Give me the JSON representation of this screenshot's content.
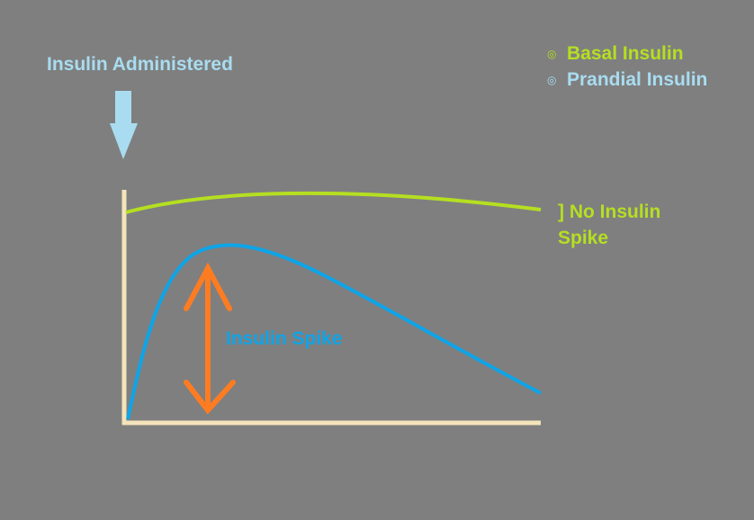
{
  "annotations": {
    "administered": "Insulin Administered",
    "no_spike": "] No Insulin Spike",
    "spike": "Insulin Spike"
  },
  "legend": [
    {
      "marker": "◎",
      "label": "Basal Insulin",
      "color": "#b5df21"
    },
    {
      "marker": "◎",
      "label": "Prandial Insulin",
      "color": "#a9dcf0"
    }
  ],
  "colors": {
    "background": "#7f7f7f",
    "basal": "#b5df21",
    "prandial": "#0ea5e9",
    "administered": "#a9dcf0",
    "spike_arrow": "#fd7c22",
    "axes": "#f4e4bb"
  },
  "icons": {
    "administered_arrow": "arrow-down-icon",
    "spike_arrow": "double-headed-vertical-arrow-icon"
  }
}
